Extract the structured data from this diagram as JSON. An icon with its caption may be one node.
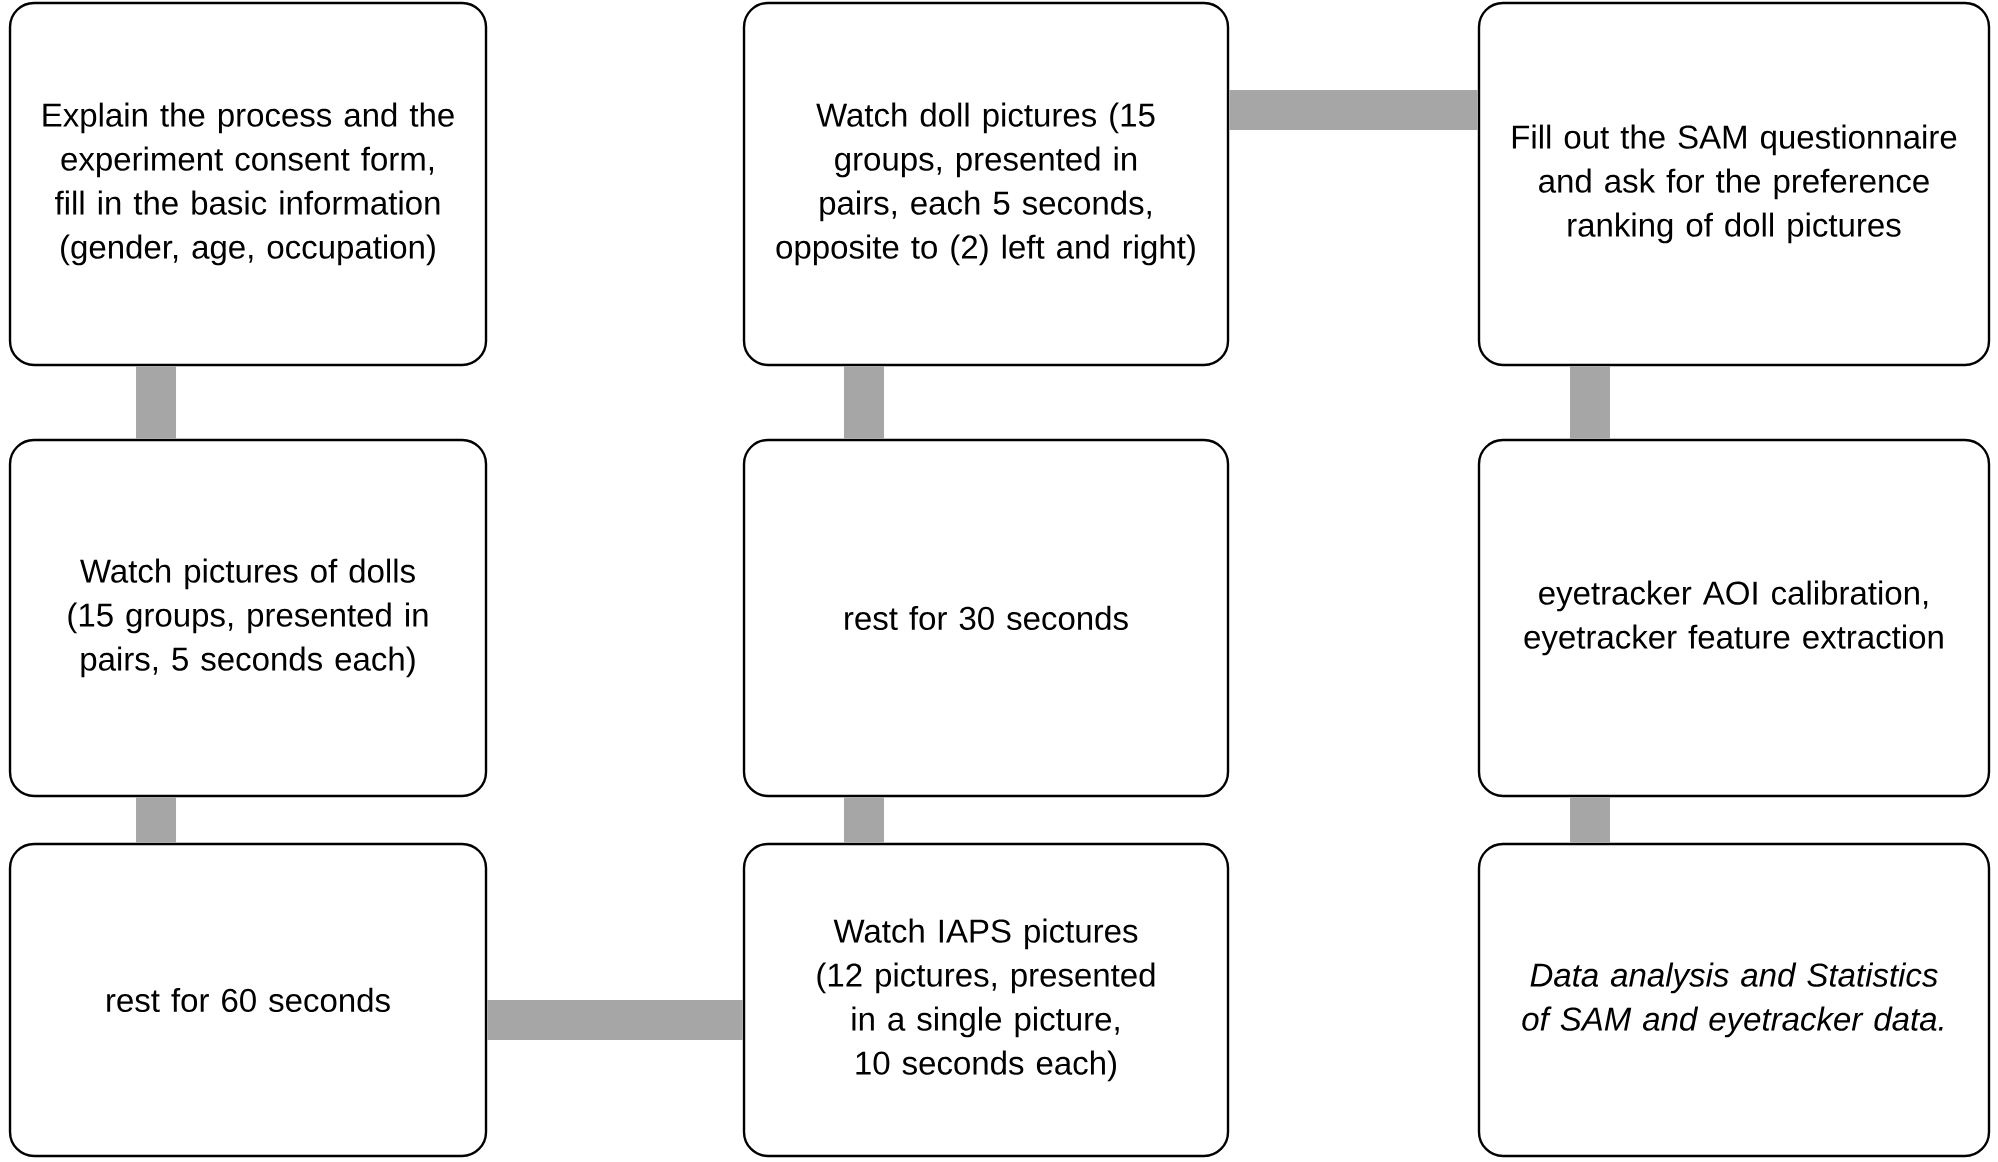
{
  "diagram": {
    "nodes": [
      {
        "text": [
          "Explain the process and the experiment consent form, fill in the basic information (gender, age, occupation)"
        ]
      },
      {
        "text": [
          "Watch pictures of dolls (15 groups, presented in pairs, 5 seconds each)"
        ]
      },
      {
        "text": [
          "rest for 60 seconds"
        ]
      },
      {
        "text": [
          "Watch IAPS pictures (12 pictures, presented in a single picture, 10 seconds each)"
        ]
      },
      {
        "text": [
          "rest for 30 seconds"
        ]
      },
      {
        "text": [
          "Watch doll pictures (15 groups, presented in pairs, each 5 seconds, opposite to (2) left and right)"
        ]
      },
      {
        "text": [
          "Fill out the SAM questionnaire and ask for the preference ranking of doll pictures"
        ]
      },
      {
        "text": [
          "eyetracker AOI calibration, eyetracker feature extraction"
        ]
      },
      {
        "text": [
          "Data analysis and Statistics of SAM and eyetracker data."
        ]
      }
    ],
    "edges": [
      {
        "from": 0,
        "to": 1,
        "arrow": "none"
      },
      {
        "from": 1,
        "to": 2,
        "arrow": "none"
      },
      {
        "from": 2,
        "to": 3,
        "arrow": "none"
      },
      {
        "from": 3,
        "to": 4,
        "arrow": "none"
      },
      {
        "from": 4,
        "to": 5,
        "arrow": "none"
      },
      {
        "from": 5,
        "to": 6,
        "arrow": "none"
      },
      {
        "from": 6,
        "to": 7,
        "arrow": "none"
      },
      {
        "from": 7,
        "to": 8,
        "arrow": "none"
      }
    ]
  }
}
